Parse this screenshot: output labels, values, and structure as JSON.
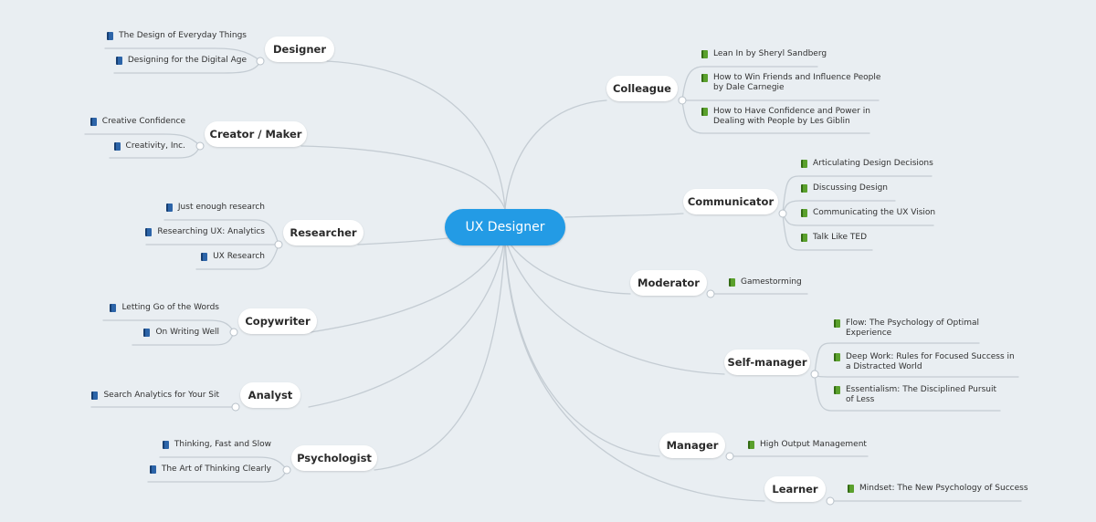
{
  "center_topic": "UX Designer",
  "branches": {
    "designer": {
      "label": "Designer",
      "books": [
        "The Design of Everyday Things",
        "Designing for the Digital Age"
      ]
    },
    "creator": {
      "label": "Creator / Maker",
      "books": [
        "Creative Confidence",
        "Creativity, Inc."
      ]
    },
    "researcher": {
      "label": "Researcher",
      "books": [
        "Just enough research",
        "Researching UX: Analytics",
        "UX Research"
      ]
    },
    "copywriter": {
      "label": "Copywriter",
      "books": [
        "Letting Go of the Words",
        "On Writing Well"
      ]
    },
    "analyst": {
      "label": "Analyst",
      "books": [
        "Search Analytics for Your Sit"
      ]
    },
    "psychologist": {
      "label": "Psychologist",
      "books": [
        "Thinking, Fast and Slow",
        "The Art of Thinking Clearly"
      ]
    },
    "colleague": {
      "label": "Colleague",
      "books": [
        "Lean In by Sheryl Sandberg",
        "How to Win Friends and Influence People by Dale Carnegie",
        "How to Have Confidence and Power in Dealing with People by Les Giblin"
      ]
    },
    "communicator": {
      "label": "Communicator",
      "books": [
        "Articulating Design Decisions",
        "Discussing Design",
        "Communicating the UX Vision",
        "Talk Like TED"
      ]
    },
    "moderator": {
      "label": "Moderator",
      "books": [
        "Gamestorming"
      ]
    },
    "self_manager": {
      "label": "Self-manager",
      "books": [
        "Flow: The Psychology of Optimal Experience",
        "Deep Work: Rules for Focused Success in a Distracted World",
        "Essentialism: The Disciplined Pursuit of Less"
      ]
    },
    "manager": {
      "label": "Manager",
      "books": [
        "High Output Management"
      ]
    },
    "learner": {
      "label": "Learner",
      "books": [
        "Mindset: The New Psychology of Success"
      ]
    }
  },
  "icons": {
    "left_side": "book-icon-blue",
    "right_side": "book-icon-green"
  },
  "colors": {
    "background": "#e9eef2",
    "center_topic": "#239be5",
    "connector": "#c4ccd3",
    "book_blue": "#2c64a8",
    "book_green": "#5aa02c"
  }
}
